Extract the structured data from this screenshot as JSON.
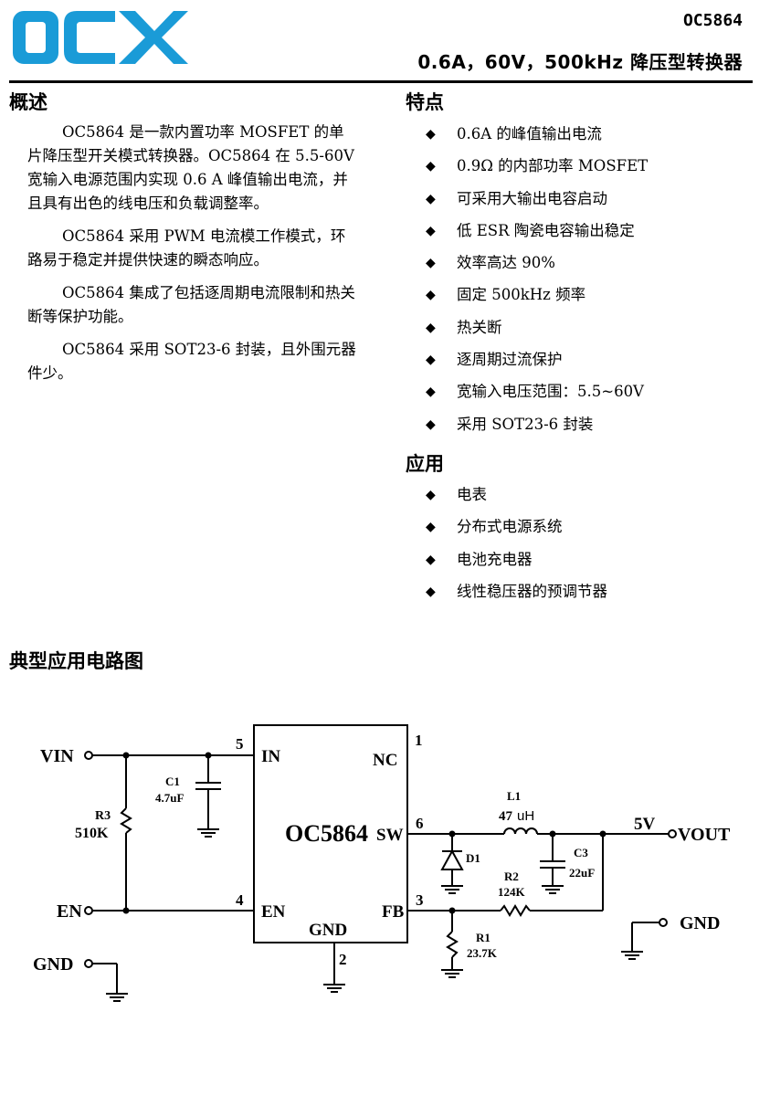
{
  "header": {
    "brand": "OCX",
    "part_number": "OC5864",
    "title": "0.6A，60V，500kHz 降压型转换器",
    "brand_color": "#1a9bd7"
  },
  "overview": {
    "heading": "概述",
    "paragraphs": [
      "OC5864 是一款内置功率 MOSFET 的单片降压型开关模式转换器。OC5864 在 5.5-60V 宽输入电源范围内实现 0.6 A 峰值输出电流，并且具有出色的线电压和负载调整率。",
      "OC5864 采用 PWM 电流模工作模式，环路易于稳定并提供快速的瞬态响应。",
      "OC5864 集成了包括逐周期电流限制和热关断等保护功能。",
      "OC5864 采用 SOT23-6 封装，且外围元器件少。"
    ]
  },
  "features": {
    "heading": "特点",
    "items": [
      "0.6A 的峰值输出电流",
      "0.9Ω 的内部功率 MOSFET",
      "可采用大输出电容启动",
      "低 ESR 陶瓷电容输出稳定",
      "效率高达 90%",
      "固定 500kHz 频率",
      "热关断",
      "逐周期过流保护",
      "宽输入电压范围：5.5~60V",
      "采用 SOT23-6 封装"
    ]
  },
  "applications": {
    "heading": "应用",
    "items": [
      "电表",
      "分布式电源系统",
      "电池充电器",
      "线性稳压器的预调节器"
    ]
  },
  "bullet_glyph": "◆",
  "circuit": {
    "heading": "典型应用电路图",
    "chip": "OC5864",
    "pins": {
      "in": "IN",
      "nc": "NC",
      "sw": "SW",
      "en": "EN",
      "gnd": "GND",
      "fb": "FB"
    },
    "pin_numbers": {
      "in": "5",
      "nc": "1",
      "sw": "6",
      "en": "4",
      "gnd": "2",
      "fb": "3"
    },
    "vin": "VIN",
    "en": "EN",
    "gnd_left": "GND",
    "gnd_right": "GND",
    "vout": "VOUT",
    "vout_value": "5V",
    "c1_name": "C1",
    "c1_value": "4.7uF",
    "r3_name": "R3",
    "r3_value": "510K",
    "d1_name": "D1",
    "l1_name": "L1",
    "l1_value_a": "47",
    "l1_value_b": "uH",
    "c3_name": "C3",
    "c3_value": "22uF",
    "r2_name": "R2",
    "r2_value": "124K",
    "r1_name": "R1",
    "r1_value": "23.7K"
  }
}
